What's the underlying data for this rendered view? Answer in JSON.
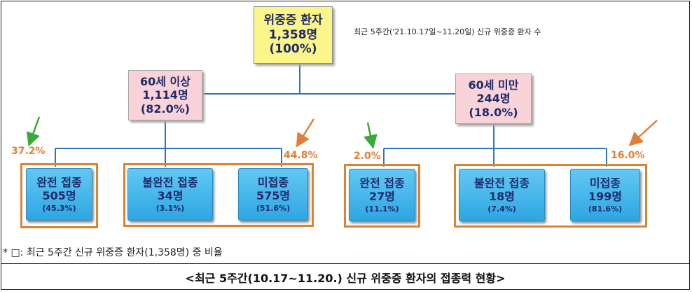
{
  "root": {
    "title": "위중증 환자",
    "count": "1,358명",
    "pct": "(100%)"
  },
  "period_note": "최근 5주간('21.10.17일~11.20일) 신규 위중증 환자 수",
  "age_groups": [
    {
      "title": "60세 이상",
      "count": "1,114명",
      "pct": "(82.0%)",
      "overall_pct": [
        "37.2%",
        "44.8%"
      ],
      "leaves": [
        {
          "title": "완전 접종",
          "count": "505명",
          "pct": "(45.3%)"
        },
        {
          "title": "불완전 접종",
          "count": "34명",
          "pct": "(3.1%)"
        },
        {
          "title": "미접종",
          "count": "575명",
          "pct": "(51.6%)"
        }
      ]
    },
    {
      "title": "60세 미만",
      "count": "244명",
      "pct": "(18.0%)",
      "overall_pct": [
        "2.0%",
        "16.0%"
      ],
      "leaves": [
        {
          "title": "완전 접종",
          "count": "27명",
          "pct": "(11.1%)"
        },
        {
          "title": "불완전 접종",
          "count": "18명",
          "pct": "(7.4%)"
        },
        {
          "title": "미접종",
          "count": "199명",
          "pct": "(81.6%)"
        }
      ]
    }
  ],
  "footnote": "* □: 최근 5주간 신규 위중증 환자(1,358명) 중 비율",
  "caption": "<최근 5주간(10.17~11.20.) 신규 위중증 환자의 접종력 현황>",
  "colors": {
    "root_fill": "#fcf58a",
    "age_fill": "#f9d3d8",
    "leaf_fill": "#3fb3ea",
    "connector": "#2e75b6",
    "group_border": "#d98433",
    "arrow_green": "#3aa935",
    "arrow_orange": "#e07f35"
  }
}
